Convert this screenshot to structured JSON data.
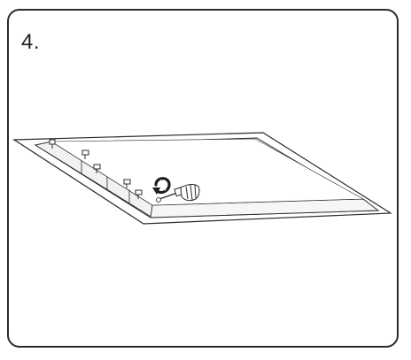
{
  "step": {
    "number_label": "4."
  },
  "illustration": {
    "subject": "ceiling-panel-frame",
    "tool": "screwdriver",
    "action": "rotate-clockwise-arrow",
    "colors": {
      "stroke": "#2b2b2b",
      "fill": "#ffffff",
      "shade": "#dcdcdc"
    }
  }
}
